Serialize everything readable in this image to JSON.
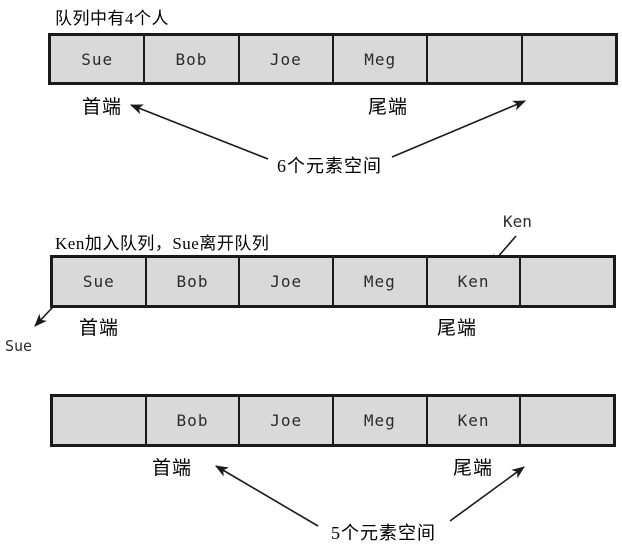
{
  "colors": {
    "cell_fill": "#d9d9d9",
    "line": "#1a1a1a"
  },
  "diagram": {
    "sections": [
      {
        "title": "队列中有4个人",
        "cells": [
          "Sue",
          "Bob",
          "Joe",
          "Meg",
          "",
          ""
        ],
        "front_label": "首端",
        "tail_label": "尾端",
        "annotation": "6个元素空间"
      },
      {
        "title": "Ken加入队列，Sue离开队列",
        "cells": [
          "Sue",
          "Bob",
          "Joe",
          "Meg",
          "Ken",
          ""
        ],
        "front_label": "首端",
        "tail_label": "尾端",
        "incoming_label": "Ken",
        "outgoing_label": "Sue"
      },
      {
        "cells": [
          "",
          "Bob",
          "Joe",
          "Meg",
          "Ken",
          ""
        ],
        "front_label": "首端",
        "tail_label": "尾端",
        "annotation": "5个元素空间"
      }
    ]
  }
}
